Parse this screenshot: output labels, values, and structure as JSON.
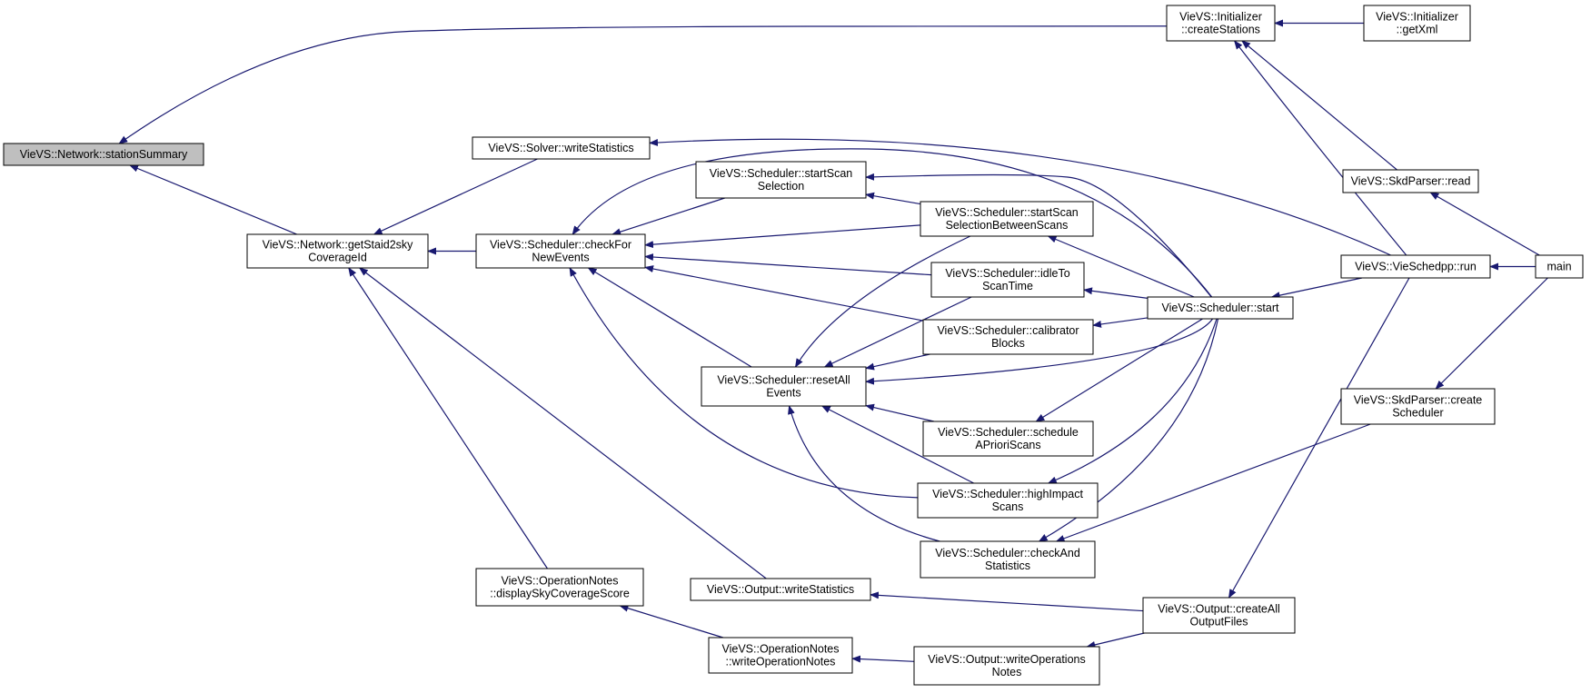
{
  "colors": {
    "edge": "#191970",
    "node_border": "#000000",
    "node_fill": "#ffffff",
    "highlight_fill": "#bfbfbf"
  },
  "nodes": [
    {
      "id": "stationSummary",
      "lines": [
        "VieVS::Network::stationSummary"
      ],
      "highlight": true
    },
    {
      "id": "getStaid2sky",
      "lines": [
        "VieVS::Network::getStaid2sky",
        "CoverageId"
      ]
    },
    {
      "id": "solverWriteStatistics",
      "lines": [
        "VieVS::Solver::writeStatistics"
      ]
    },
    {
      "id": "checkForNewEvents",
      "lines": [
        "VieVS::Scheduler::checkFor",
        "NewEvents"
      ]
    },
    {
      "id": "startScanSelection",
      "lines": [
        "VieVS::Scheduler::startScan",
        "Selection"
      ]
    },
    {
      "id": "startScanSelectionBetweenScans",
      "lines": [
        "VieVS::Scheduler::startScan",
        "SelectionBetweenScans"
      ]
    },
    {
      "id": "idleToScanTime",
      "lines": [
        "VieVS::Scheduler::idleTo",
        "ScanTime"
      ]
    },
    {
      "id": "calibratorBlocks",
      "lines": [
        "VieVS::Scheduler::calibrator",
        "Blocks"
      ]
    },
    {
      "id": "resetAllEvents",
      "lines": [
        "VieVS::Scheduler::resetAll",
        "Events"
      ]
    },
    {
      "id": "scheduleAPrioriScans",
      "lines": [
        "VieVS::Scheduler::schedule",
        "APrioriScans"
      ]
    },
    {
      "id": "highImpactScans",
      "lines": [
        "VieVS::Scheduler::highImpact",
        "Scans"
      ]
    },
    {
      "id": "checkAndStatistics",
      "lines": [
        "VieVS::Scheduler::checkAnd",
        "Statistics"
      ]
    },
    {
      "id": "schedulerStart",
      "lines": [
        "VieVS::Scheduler::start"
      ]
    },
    {
      "id": "createStations",
      "lines": [
        "VieVS::Initializer",
        "::createStations"
      ]
    },
    {
      "id": "getXml",
      "lines": [
        "VieVS::Initializer",
        "::getXml"
      ]
    },
    {
      "id": "skdRead",
      "lines": [
        "VieVS::SkdParser::read"
      ]
    },
    {
      "id": "vieSchedppRun",
      "lines": [
        "VieVS::VieSchedpp::run"
      ]
    },
    {
      "id": "main",
      "lines": [
        "main"
      ]
    },
    {
      "id": "createScheduler",
      "lines": [
        "VieVS::SkdParser::create",
        "Scheduler"
      ]
    },
    {
      "id": "displaySkyCoverageScore",
      "lines": [
        "VieVS::OperationNotes",
        "::displaySkyCoverageScore"
      ]
    },
    {
      "id": "outputWriteStatistics",
      "lines": [
        "VieVS::Output::writeStatistics"
      ]
    },
    {
      "id": "createAllOutputFiles",
      "lines": [
        "VieVS::Output::createAll",
        "OutputFiles"
      ]
    },
    {
      "id": "writeOperationNotes",
      "lines": [
        "VieVS::OperationNotes",
        "::writeOperationNotes"
      ]
    },
    {
      "id": "writeOperationsNotes",
      "lines": [
        "VieVS::Output::writeOperations",
        "Notes"
      ]
    }
  ],
  "edges": [
    {
      "from": "getStaid2sky",
      "to": "stationSummary"
    },
    {
      "from": "createStations",
      "to": "stationSummary"
    },
    {
      "from": "getXml",
      "to": "createStations"
    },
    {
      "from": "skdRead",
      "to": "createStations"
    },
    {
      "from": "vieSchedppRun",
      "to": "createStations"
    },
    {
      "from": "solverWriteStatistics",
      "to": "getStaid2sky"
    },
    {
      "from": "checkForNewEvents",
      "to": "getStaid2sky"
    },
    {
      "from": "displaySkyCoverageScore",
      "to": "getStaid2sky"
    },
    {
      "from": "outputWriteStatistics",
      "to": "getStaid2sky"
    },
    {
      "from": "vieSchedppRun",
      "to": "solverWriteStatistics"
    },
    {
      "from": "startScanSelection",
      "to": "checkForNewEvents"
    },
    {
      "from": "startScanSelectionBetweenScans",
      "to": "checkForNewEvents"
    },
    {
      "from": "idleToScanTime",
      "to": "checkForNewEvents"
    },
    {
      "from": "calibratorBlocks",
      "to": "checkForNewEvents"
    },
    {
      "from": "resetAllEvents",
      "to": "checkForNewEvents"
    },
    {
      "from": "highImpactScans",
      "to": "checkForNewEvents"
    },
    {
      "from": "schedulerStart",
      "to": "checkForNewEvents"
    },
    {
      "from": "startScanSelectionBetweenScans",
      "to": "startScanSelection"
    },
    {
      "from": "schedulerStart",
      "to": "startScanSelection"
    },
    {
      "from": "schedulerStart",
      "to": "startScanSelectionBetweenScans"
    },
    {
      "from": "schedulerStart",
      "to": "idleToScanTime"
    },
    {
      "from": "schedulerStart",
      "to": "calibratorBlocks"
    },
    {
      "from": "startScanSelectionBetweenScans",
      "to": "resetAllEvents"
    },
    {
      "from": "idleToScanTime",
      "to": "resetAllEvents"
    },
    {
      "from": "calibratorBlocks",
      "to": "resetAllEvents"
    },
    {
      "from": "schedulerStart",
      "to": "resetAllEvents"
    },
    {
      "from": "scheduleAPrioriScans",
      "to": "resetAllEvents"
    },
    {
      "from": "highImpactScans",
      "to": "resetAllEvents"
    },
    {
      "from": "checkAndStatistics",
      "to": "resetAllEvents"
    },
    {
      "from": "schedulerStart",
      "to": "scheduleAPrioriScans"
    },
    {
      "from": "schedulerStart",
      "to": "highImpactScans"
    },
    {
      "from": "schedulerStart",
      "to": "checkAndStatistics"
    },
    {
      "from": "createScheduler",
      "to": "checkAndStatistics"
    },
    {
      "from": "vieSchedppRun",
      "to": "schedulerStart"
    },
    {
      "from": "main",
      "to": "vieSchedppRun"
    },
    {
      "from": "main",
      "to": "skdRead"
    },
    {
      "from": "main",
      "to": "createScheduler"
    },
    {
      "from": "vieSchedppRun",
      "to": "createAllOutputFiles"
    },
    {
      "from": "createAllOutputFiles",
      "to": "outputWriteStatistics"
    },
    {
      "from": "createAllOutputFiles",
      "to": "writeOperationsNotes"
    },
    {
      "from": "writeOperationsNotes",
      "to": "writeOperationNotes"
    },
    {
      "from": "writeOperationNotes",
      "to": "displaySkyCoverageScore"
    }
  ]
}
